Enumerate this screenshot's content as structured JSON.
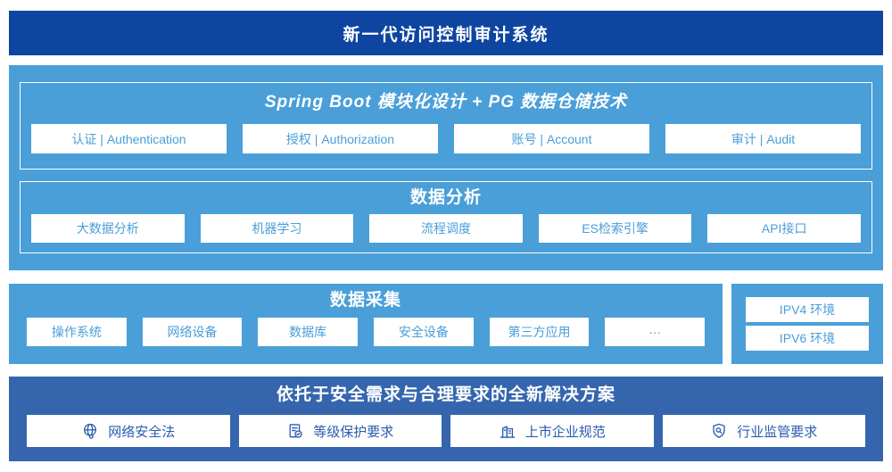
{
  "colors": {
    "banner_bg": "#0E45A0",
    "platform_bg": "#4A9FD8",
    "solution_bg": "#3566AD",
    "module_text": "#4A9ED8",
    "card_text": "#2B5CAE"
  },
  "banner": {
    "title": "新一代访问控制审计系统"
  },
  "platform": {
    "spring_boot": {
      "title": "Spring Boot 模块化设计 + PG 数据仓储技术",
      "modules": [
        "认证 | Authentication",
        "授权 | Authorization",
        "账号 | Account",
        "审计 | Audit"
      ]
    },
    "data_analysis": {
      "title": "数据分析",
      "modules": [
        "大数据分析",
        "机器学习",
        "流程调度",
        "ES检索引擎",
        "API接口"
      ]
    }
  },
  "data_collection": {
    "title": "数据采集",
    "sources": [
      "操作系统",
      "网络设备",
      "数据库",
      "安全设备",
      "第三方应用",
      "···"
    ]
  },
  "network_env": {
    "items": [
      "IPV4 环境",
      "IPV6 环境"
    ]
  },
  "solution": {
    "title": "依托于安全需求与合理要求的全新解决方案",
    "items": [
      {
        "icon": "globe-icon",
        "label": "网络安全法"
      },
      {
        "icon": "document-check-icon",
        "label": "等级保护要求"
      },
      {
        "icon": "building-icon",
        "label": "上市企业规范"
      },
      {
        "icon": "shield-search-icon",
        "label": "行业监管要求"
      }
    ]
  }
}
